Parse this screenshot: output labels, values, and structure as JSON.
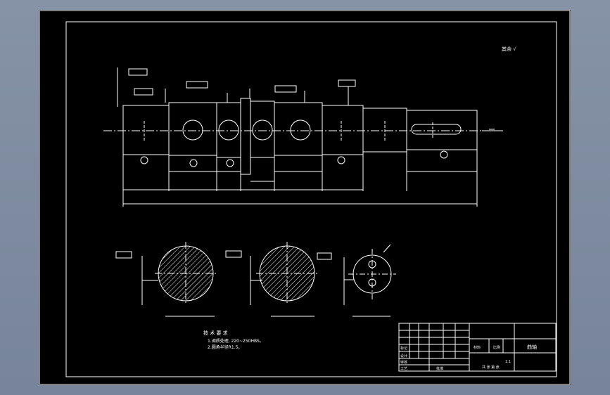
{
  "drawing": {
    "roughness_note": "其余 √",
    "technical_requirements": {
      "title": "技 术 要 求",
      "line1": "1.调质处理, 220~250HBS。",
      "line2": "2.圆角半径R1.5。"
    },
    "title_block": {
      "part_name": "曲轴",
      "scale_label": "比例",
      "scale_value": "1:1",
      "material_label": "材料",
      "drawn_label": "标记",
      "design_label": "设计",
      "check_label": "审核",
      "process_label": "工艺",
      "approve_label": "批准",
      "school": "共 张 第 张"
    }
  },
  "colors": {
    "background": "#000000",
    "lines": "#ffffff",
    "workspace": "#7e8a9d"
  }
}
